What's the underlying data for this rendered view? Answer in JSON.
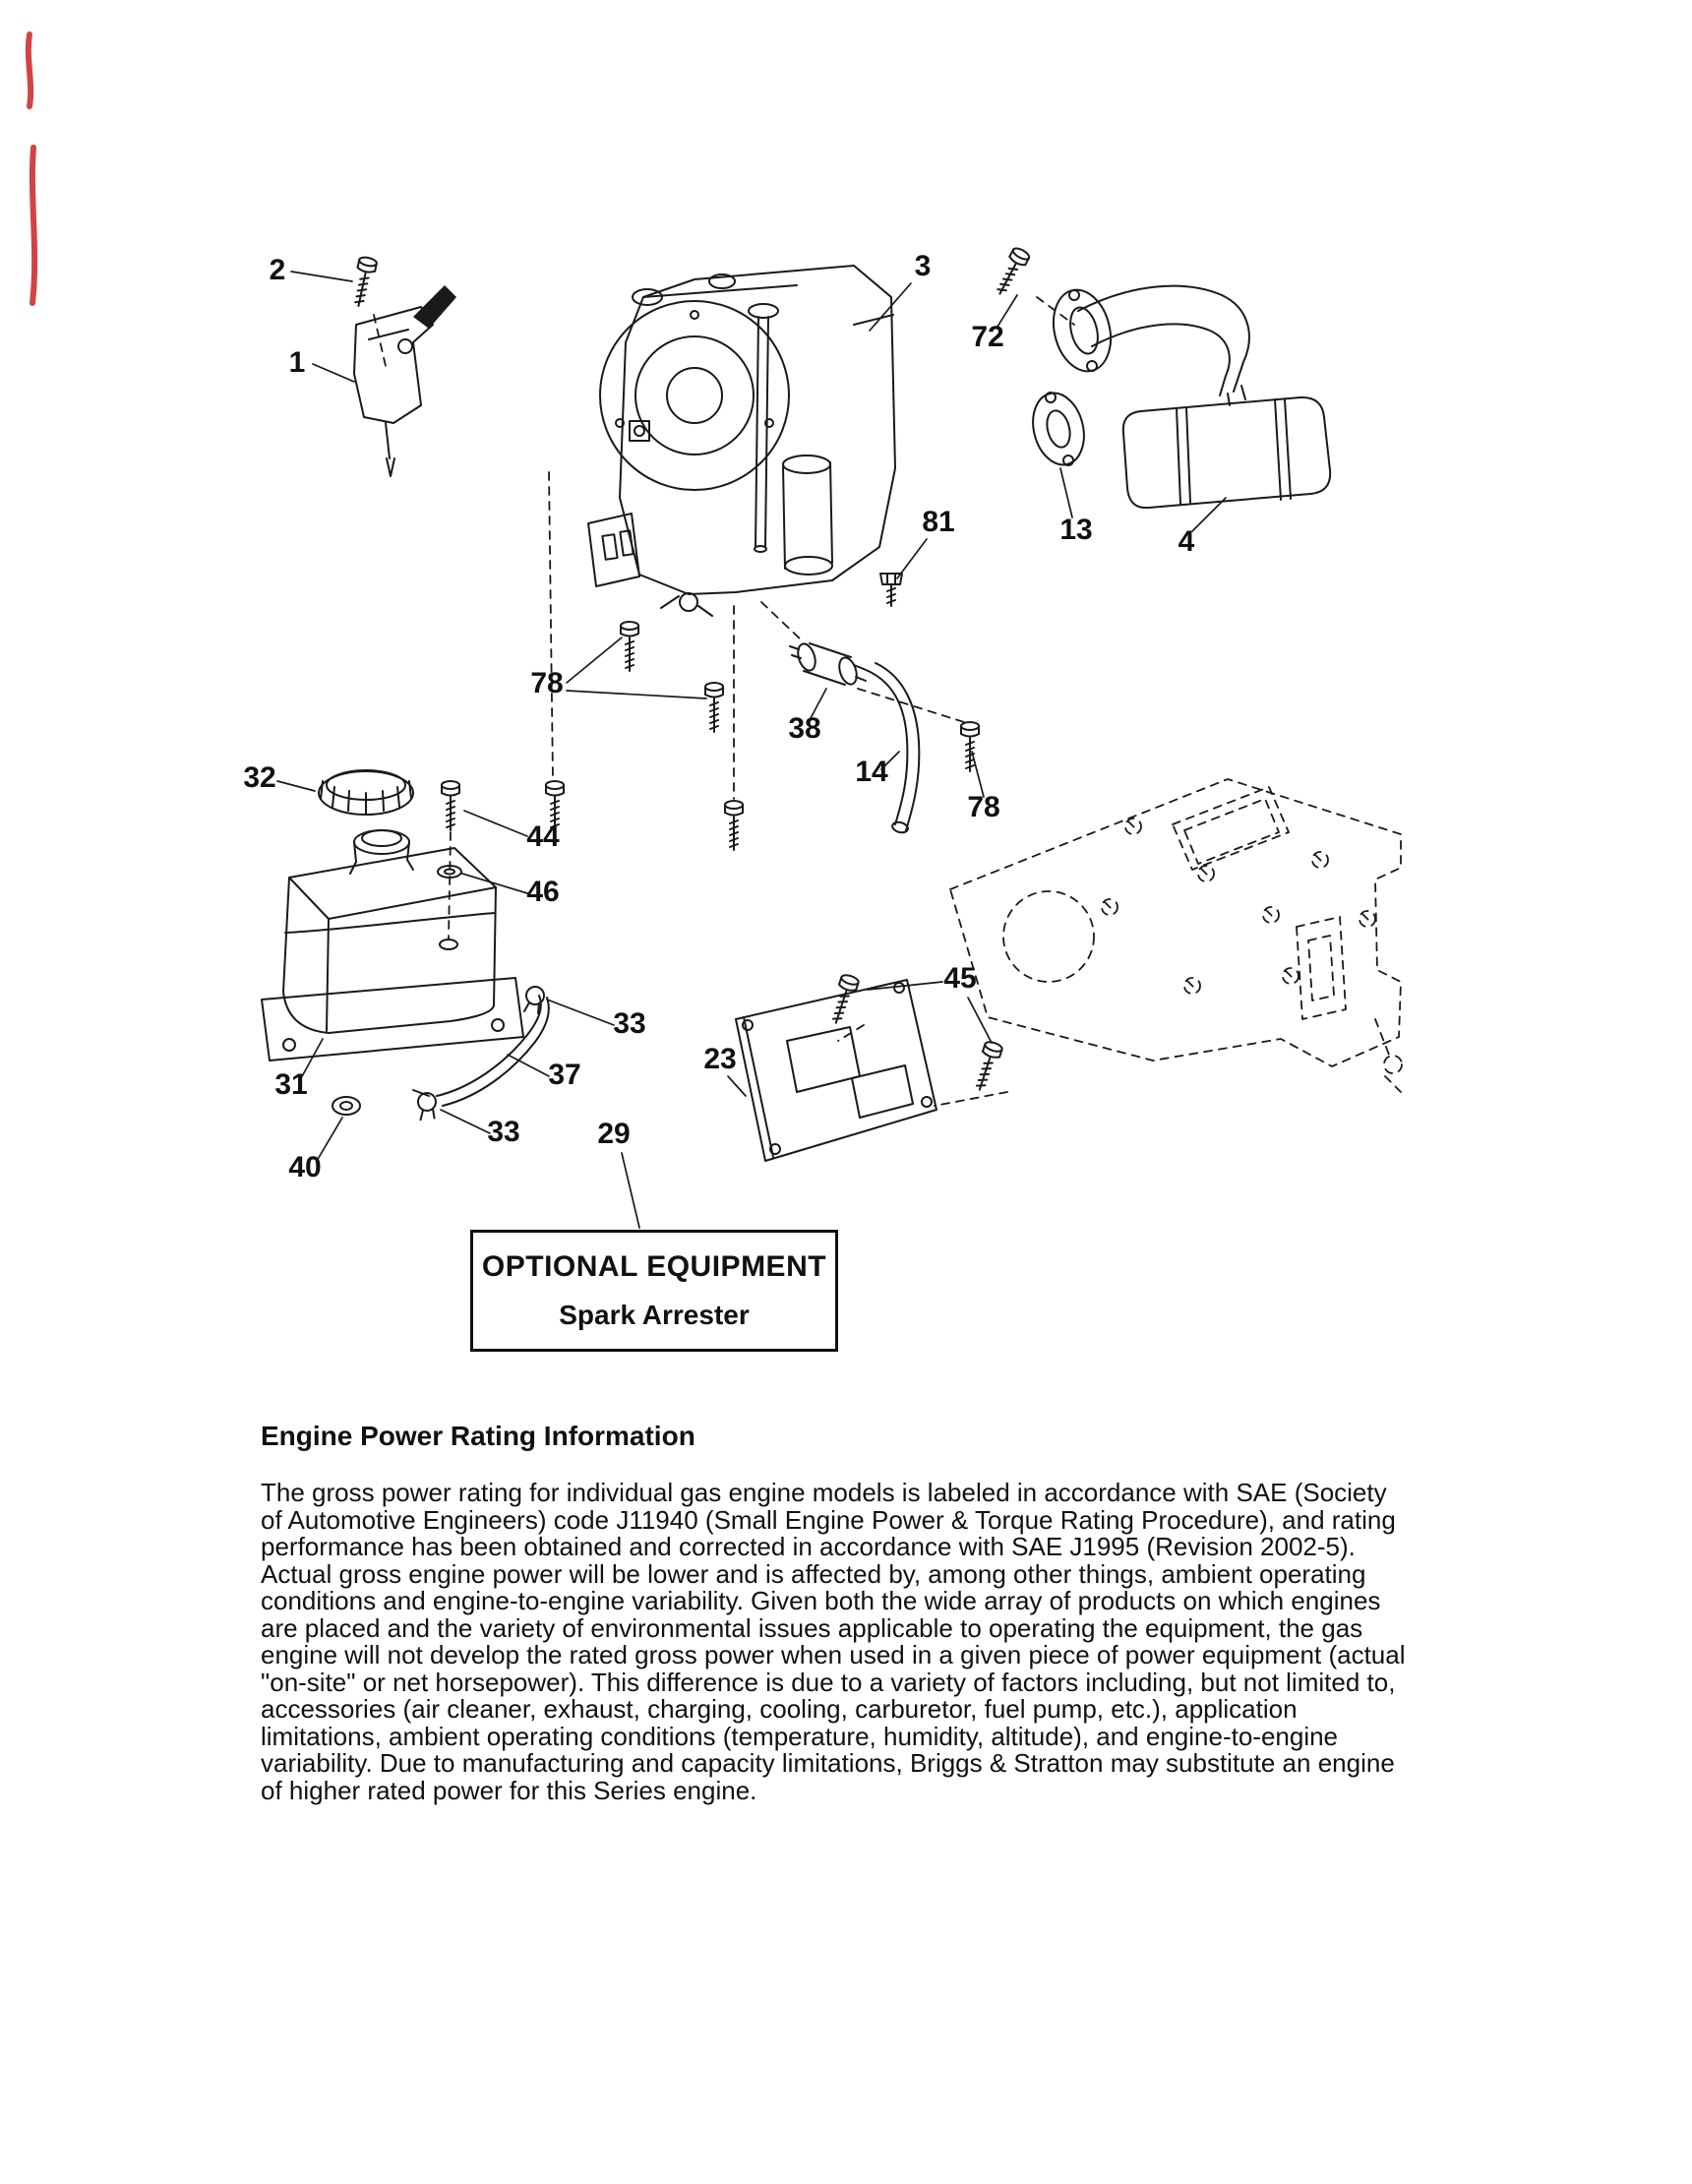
{
  "callouts": {
    "bolt2": "2",
    "throttle1": "1",
    "engine3": "3",
    "screw72": "72",
    "gasket13": "13",
    "muffler4": "4",
    "nut81": "81",
    "screws78_left": "78",
    "filter38": "38",
    "hose14": "14",
    "screw78_right": "78",
    "cap32": "32",
    "screw44": "44",
    "washer46": "46",
    "screws45": "45",
    "clamp33_top": "33",
    "shield23": "23",
    "hose37": "37",
    "tank31": "31",
    "clamp33_bottom": "33",
    "bushing40": "40",
    "box29": "29"
  },
  "optional_equipment": {
    "title": "OPTIONAL EQUIPMENT",
    "subtitle": "Spark Arrester"
  },
  "info": {
    "heading": "Engine Power Rating Information",
    "body": "The gross power rating for individual gas engine models is labeled in accordance with SAE (Society of Automotive Engineers) code J11940 (Small Engine Power & Torque Rating Procedure), and rating performance has been obtained and corrected in accordance with SAE J1995 (Revision 2002-5).  Actual gross engine power will be lower and is affected by, among other things, ambient operating conditions and engine-to-engine variability.  Given both the wide array of products on which engines are placed and the variety of environmental issues applicable to operating the equipment, the gas engine will not develop the rated gross power when used in a given piece of power equipment (actual \"on-site\" or net horsepower). This difference is due to a variety of factors including, but not limited to, accessories (air cleaner, exhaust, charging, cooling, carburetor, fuel pump, etc.), application limitations, ambient operating conditions (temperature, humidity, altitude), and engine-to-engine variability.  Due to manufacturing and capacity limitations, Briggs & Stratton may substitute an engine of higher rated power for this Series engine."
  },
  "colors": {
    "ink": "#1a1a1a",
    "scan_mark_red": "#cc2222",
    "paper": "#ffffff"
  }
}
